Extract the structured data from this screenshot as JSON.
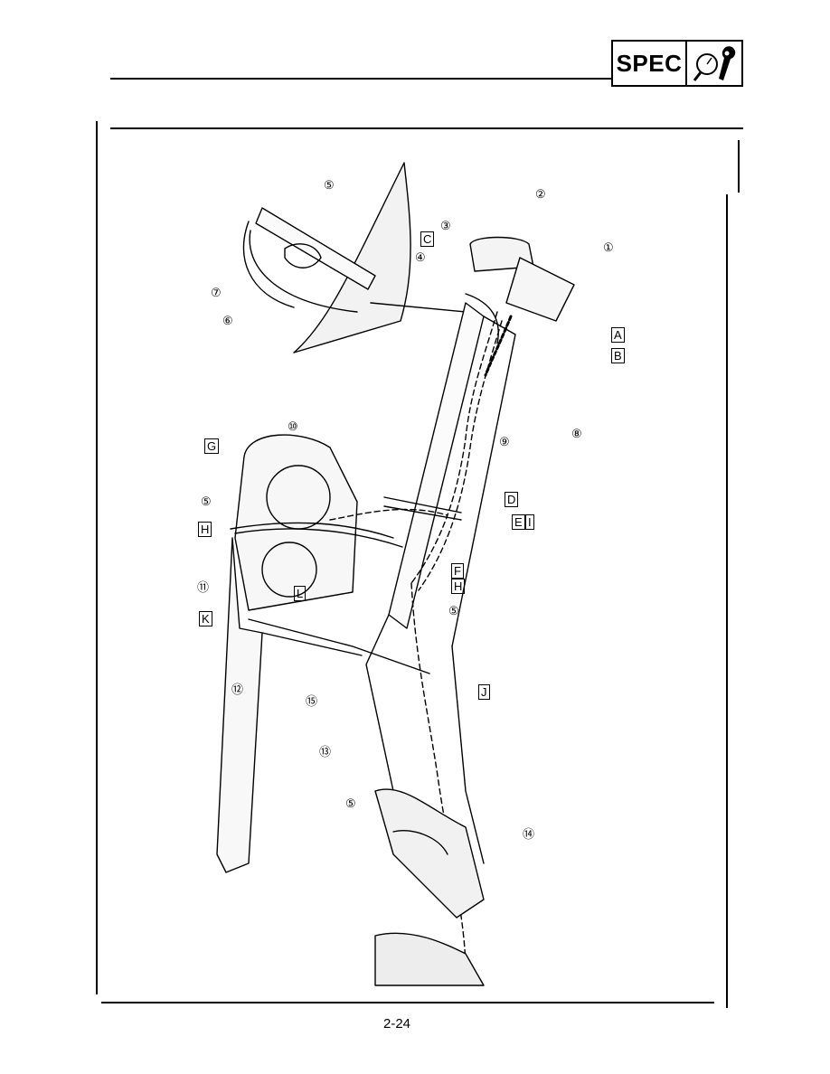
{
  "header": {
    "badge_label": "SPEC",
    "badge_icon": "gauge-wrench-icon"
  },
  "diagram": {
    "number_callouts": [
      "①",
      "②",
      "③",
      "④",
      "⑤",
      "⑥",
      "⑦",
      "⑧",
      "⑨",
      "⑩",
      "⑪",
      "⑫",
      "⑬",
      "⑭",
      "⑮"
    ],
    "letter_callouts": [
      "A",
      "B",
      "C",
      "D",
      "E",
      "F",
      "G",
      "H",
      "I",
      "J",
      "K",
      "L"
    ]
  },
  "footer": {
    "page_number": "2-24"
  }
}
